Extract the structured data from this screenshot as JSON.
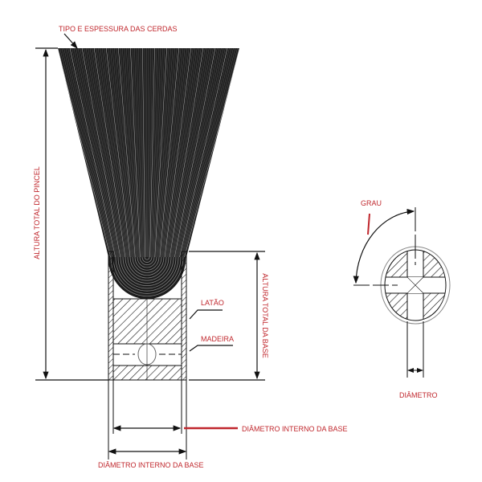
{
  "labels": {
    "bristles": "TIPO E ESPESSURA DAS CERDAS",
    "total_height": "ALTURA TOTAL DO PINCEL",
    "base_height": "ALTURA TOTAL DA BASE",
    "brass": "LATÃO",
    "wood": "MADEIRA",
    "inner_diameter_right": "DIÂMETRO INTERNO  DA BASE",
    "inner_diameter_bottom": "DIÂMETRO INTERNO DA BASE",
    "angle": "GRAU",
    "diameter": "DIÂMETRO"
  },
  "colors": {
    "label": "#c0272d",
    "line": "#111111"
  }
}
